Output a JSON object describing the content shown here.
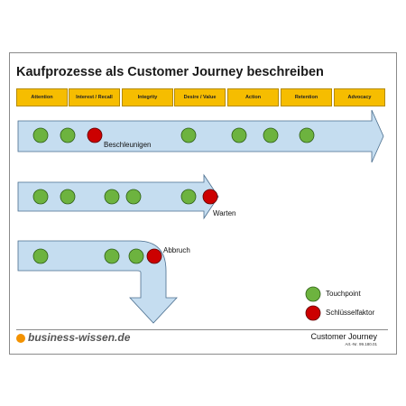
{
  "title": "Kaufprozesse als Customer Journey beschreiben",
  "phases": [
    "Attention",
    "Interest / Recall",
    "Integrity",
    "Desire / Value",
    "Action",
    "Retention",
    "Advocacy"
  ],
  "journeys": [
    {
      "touchpoints": 6,
      "key_factor_label": "Beschleunigen"
    },
    {
      "touchpoints": 5,
      "key_factor_label": "Warten"
    },
    {
      "touchpoints": 3,
      "key_factor_label": "Abbruch"
    }
  ],
  "legend": {
    "touchpoint": "Touchpoint",
    "key_factor": "Schlüsselfaktor"
  },
  "colors": {
    "phase": "#f6bd00",
    "arrow_fill": "#c5ddf0",
    "arrow_stroke": "#4a6e8e",
    "touchpoint": "#6db33f",
    "key_factor": "#cc0000",
    "brand": "#f39200"
  },
  "footer": {
    "brand": "business-wissen.de",
    "doc_title": "Customer Journey",
    "art_nr": "Art.-Nr. 99.180.01"
  }
}
